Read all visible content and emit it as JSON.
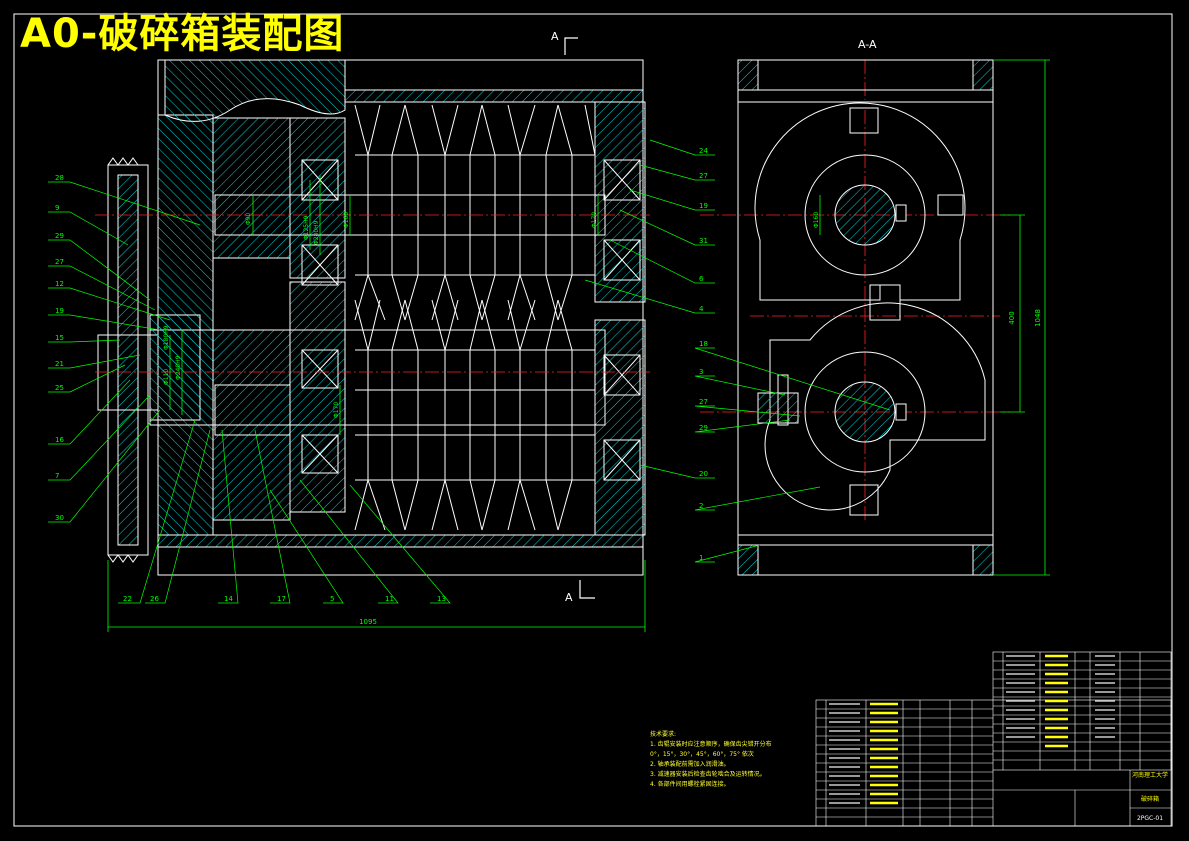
{
  "title": "A0-破碎箱装配图",
  "section_marks": {
    "a_top": "A",
    "a_bottom": "A",
    "view_label": "A-A"
  },
  "colors": {
    "background": "#000000",
    "outline": "#ffffff",
    "hatch": "#00d2d2",
    "dim": "#00ff00",
    "center": "#ff2020",
    "title": "#ffff00"
  },
  "balloons_left": [
    "28",
    "9",
    "29",
    "27",
    "12",
    "19",
    "15",
    "21",
    "25",
    "16",
    "7",
    "30"
  ],
  "balloons_right": [
    "24",
    "27",
    "19",
    "31",
    "6",
    "4",
    "18",
    "3",
    "27",
    "29",
    "20",
    "2",
    "1"
  ],
  "balloons_bottom": [
    "22",
    "26",
    "14",
    "17",
    "5",
    "11",
    "13"
  ],
  "dimensions": {
    "overall_width": "1095",
    "centre_distance": "400",
    "height": "1048"
  },
  "dim_labels": [
    "Φ90",
    "Φ125H9",
    "Φ280H9",
    "Φ160",
    "Φ110",
    "Φ180H9",
    "Φ240H9",
    "Φ170",
    "Φ160",
    "Φ170"
  ],
  "tech_notes": {
    "heading": "技术要求:",
    "lines": [
      "1. 齿辊安装时应注意顺序，确保齿尖错开分布",
      "0°，15°，30°，45°，60°，75° 依次",
      "2. 轴承装配前需加入润滑油。",
      "3. 减速器安装后检查齿轮啮合及运转情况。",
      "4. 各部件间用螺栓紧固连接。"
    ]
  },
  "title_block": {
    "code": "2PGC-01",
    "drawing_name": "破碎箱",
    "school": "河南理工大学"
  }
}
